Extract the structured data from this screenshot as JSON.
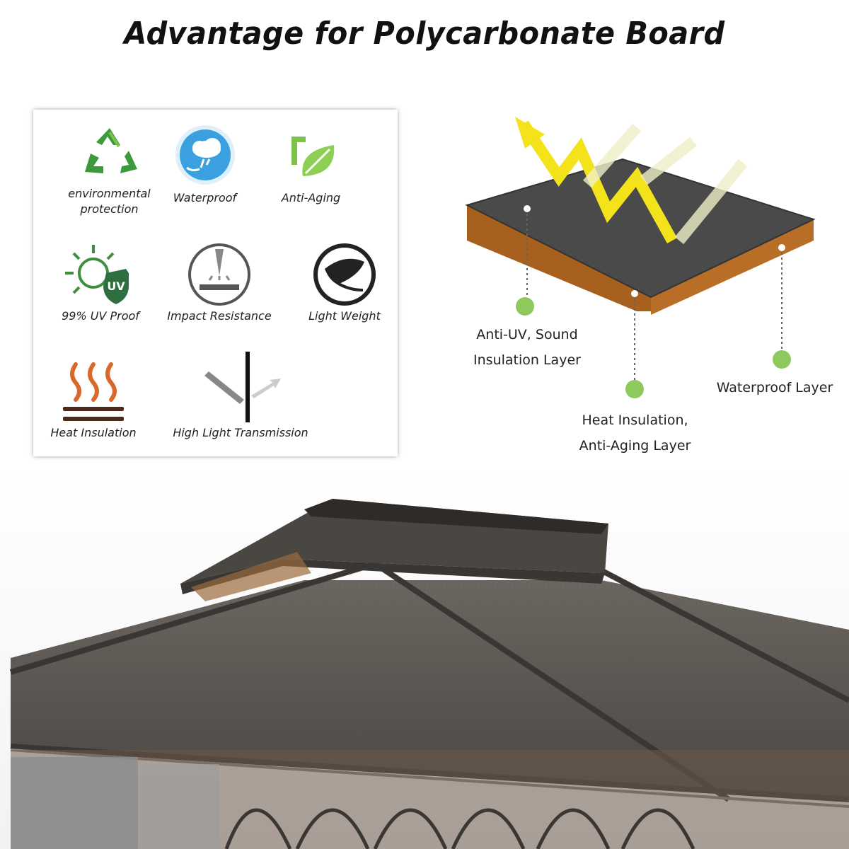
{
  "title": "Advantage for Polycarbonate Board",
  "features": [
    {
      "label": "environmental\nprotection",
      "icon": "recycle-icon"
    },
    {
      "label": "Waterproof",
      "icon": "waterproof-icon"
    },
    {
      "label": "Anti-Aging",
      "icon": "leaf-icon"
    },
    {
      "label": "99% UV Proof",
      "icon": "uv-shield-icon"
    },
    {
      "label": "Impact Resistance",
      "icon": "impact-icon"
    },
    {
      "label": "Light Weight",
      "icon": "feather-icon"
    },
    {
      "label": "Heat Insulation",
      "icon": "heat-icon"
    },
    {
      "label": "High Light Transmission",
      "icon": "light-transmission-icon"
    }
  ],
  "layers": {
    "anti_uv": "Anti-UV, Sound\nInsulation Layer",
    "heat": "Heat Insulation,\nAnti-Aging Layer",
    "waterproof": "Waterproof Layer"
  },
  "colors": {
    "green_dot": "#8ec95e",
    "icon_green": "#3c8f3c",
    "icon_blue": "#3aa0e0",
    "icon_orange": "#d9692a",
    "board_top": "#4a4a4a",
    "board_side": "#b8702a"
  }
}
